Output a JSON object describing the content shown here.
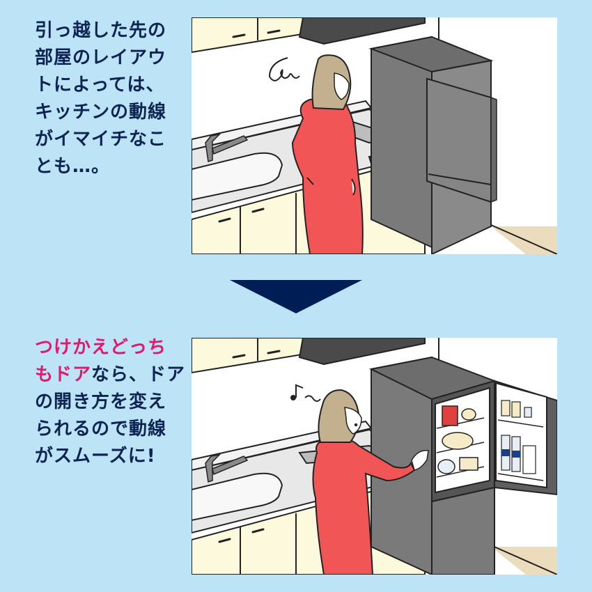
{
  "colors": {
    "background": "#bde3f7",
    "text": "#0d2352",
    "highlight": "#e0196b",
    "arrow": "#001d55",
    "dress": "#f25555",
    "fridge": "#7a7a7a",
    "cabinet": "#fdf9dc"
  },
  "before": {
    "caption_lines": [
      "引っ越した先の",
      "部屋のレイアウ",
      "トによっては、",
      "キッチンの動線",
      "がイマイチなこ",
      "とも…。"
    ],
    "illustration": {
      "description": "Woman in red dress frowning at a refrigerator whose door opens toward her, blocking the kitchen path",
      "mood_icon": "frustration-scribble-icon"
    }
  },
  "arrow": {
    "icon": "down-triangle-arrow-icon"
  },
  "after": {
    "caption": {
      "line1_highlight": "つけかえどっち",
      "line2_highlight": "もドア",
      "line2_rest": "なら、ドア",
      "line3": "の開き方を変え",
      "line4": "られるので動線",
      "line5": "がスムーズに!"
    },
    "illustration": {
      "description": "Woman in red dress happily opening a refrigerator whose door opens away from her, showing shelves with food and bottles",
      "mood_icon": "music-note-icon"
    }
  }
}
